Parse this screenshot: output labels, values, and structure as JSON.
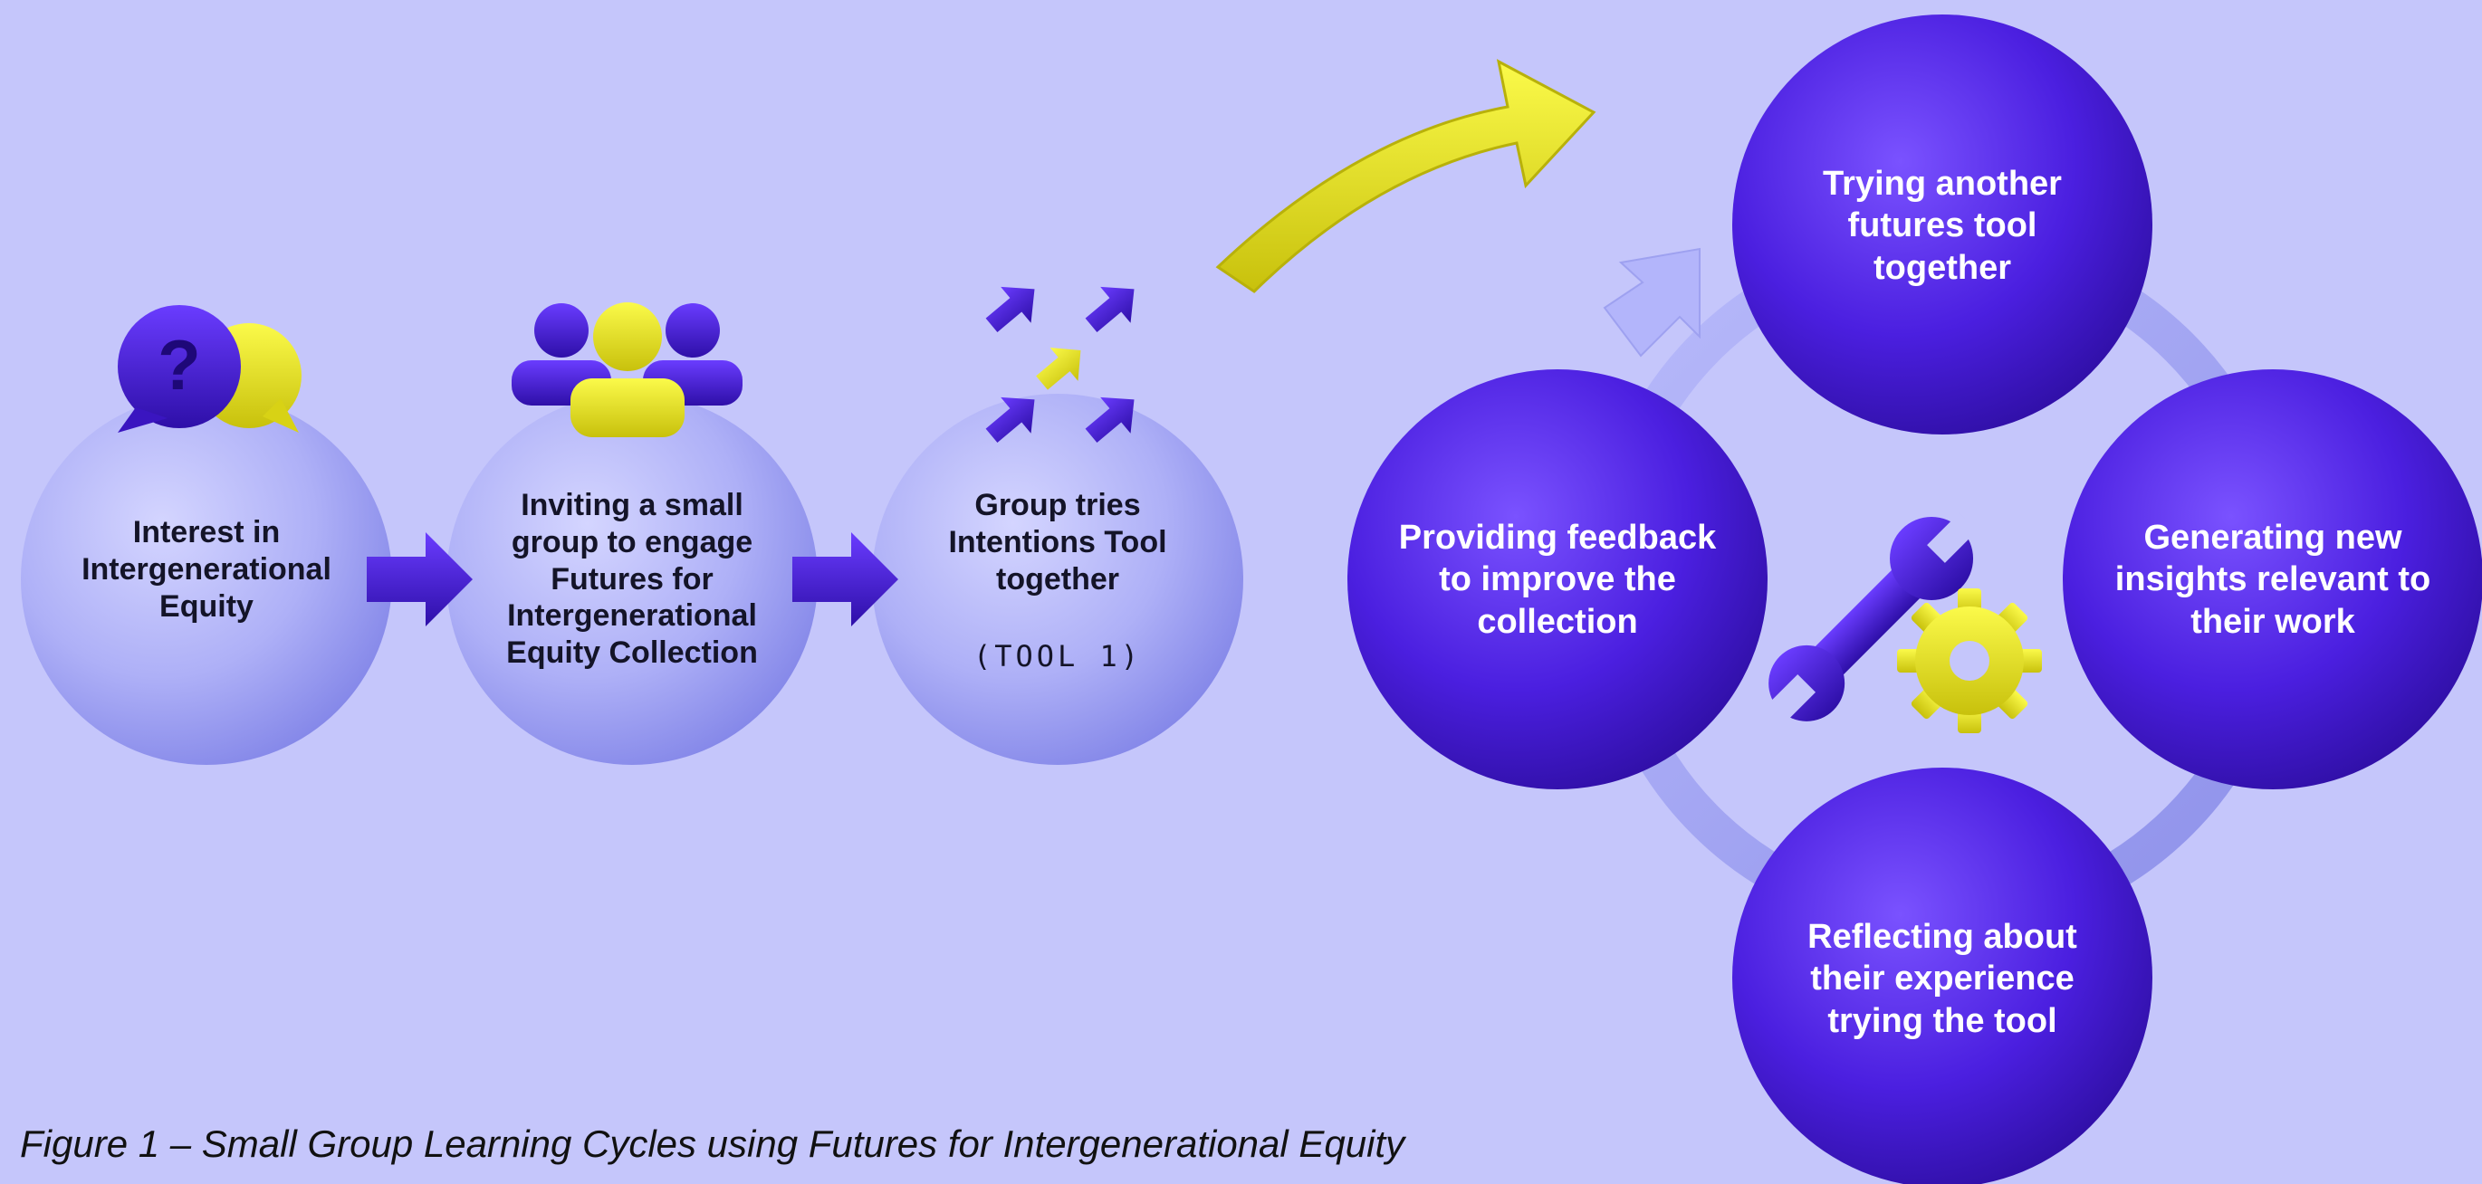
{
  "stages": [
    {
      "lines": [
        "Interest in",
        "Intergenerational",
        "Equity"
      ],
      "icon": "speech-bubbles-question-icon"
    },
    {
      "lines": [
        "Inviting a small",
        "group to engage",
        "Futures for",
        "Intergenerational",
        "Equity Collection"
      ],
      "icon": "group-people-icon"
    },
    {
      "lines": [
        "Group tries",
        "Intentions Tool",
        "together"
      ],
      "tag": "(TOOL 1)",
      "icon": "arrows-spread-icon"
    }
  ],
  "cycle": {
    "top": [
      "Trying another",
      "futures tool",
      "together"
    ],
    "right": [
      "Generating new",
      "insights relevant to",
      "their work"
    ],
    "bottom": [
      "Reflecting about",
      "their experience",
      "trying the tool"
    ],
    "left": [
      "Providing feedback",
      "to improve the",
      "collection"
    ],
    "center_icon": "wrench-gear-icon"
  },
  "caption": "Figure 1 – Small Group Learning Cycles using Futures for Intergenerational Equity",
  "colors": {
    "background": "#c5c6fb",
    "light_sphere": "#aeb0f7",
    "dark_sphere": "#4b1fe0",
    "accent_yellow": "#f2f026",
    "purple": "#4a1ad8"
  }
}
